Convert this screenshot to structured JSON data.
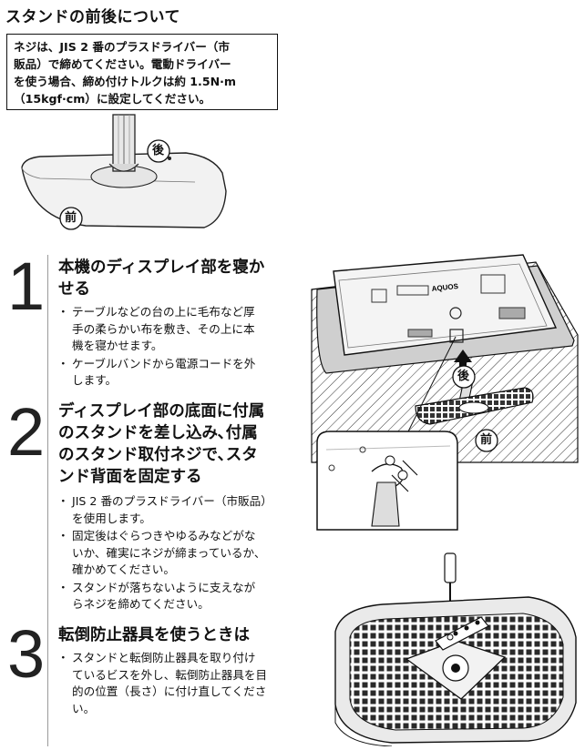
{
  "title": "スタンドの前後について",
  "note": {
    "lines": [
      "ネジは、JIS 2 番のプラスドライバー（市",
      "販品）で締めてください。電動ドライバー",
      "を使う場合、締め付けトルクは約 1.5N·m",
      "（15kgf·cm）に設定してください。"
    ]
  },
  "labels": {
    "back": "後",
    "front": "前",
    "brand": "AQUOS"
  },
  "steps": [
    {
      "number": "1",
      "heading": [
        "本機のディスプレイ部を寝か",
        "せる"
      ],
      "bullets": [
        [
          "テーブルなどの台の上に毛布など厚",
          "手の柔らかい布を敷き、その上に本",
          "機を寝かせます。"
        ],
        [
          "ケーブルバンドから電源コードを外",
          "します。"
        ]
      ]
    },
    {
      "number": "2",
      "heading": [
        "ディスプレイ部の底面に付属",
        "のスタンドを差し込み､付属",
        "のスタンド取付ネジで､スタ",
        "ンド背面を固定する"
      ],
      "bullets": [
        [
          "JIS 2 番のプラスドライバー（市販品）",
          "を使用します。"
        ],
        [
          "固定後はぐらつきやゆるみなどがな",
          "いか、確実にネジが締まっているか、",
          "確かめてください。"
        ],
        [
          "スタンドが落ちないように支えなが",
          "らネジを締めてください。"
        ]
      ]
    },
    {
      "number": "3",
      "heading": [
        "転倒防止器具を使うときは"
      ],
      "bullets": [
        [
          "スタンドと転倒防止器具を取り付け",
          "ているビスを外し、転倒防止器具を目",
          "的の位置（長さ）に付け直してくださ",
          "い。"
        ]
      ]
    }
  ]
}
